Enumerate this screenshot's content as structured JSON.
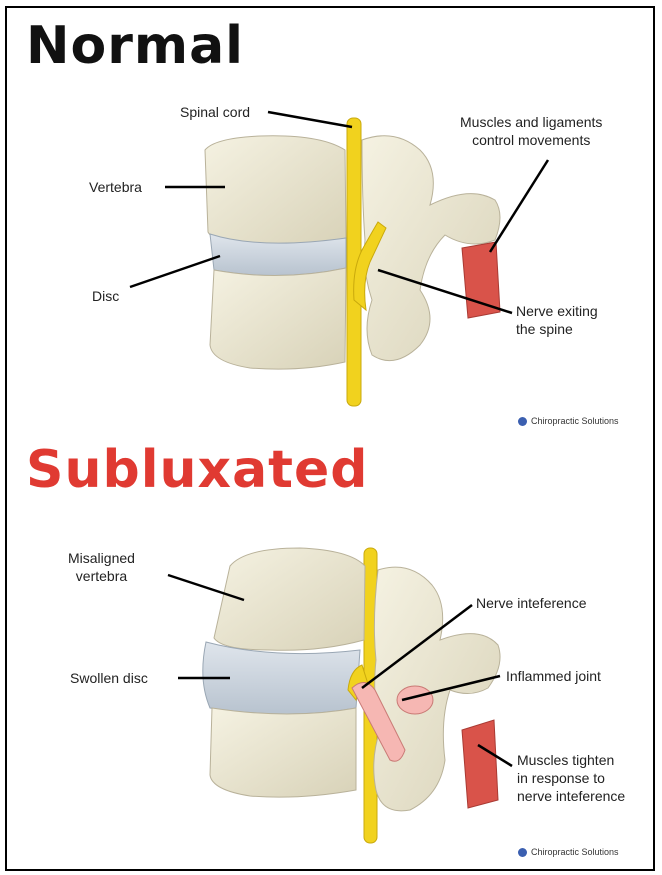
{
  "headings": {
    "normal": "Normal",
    "subluxated": "Subluxated"
  },
  "normal_labels": {
    "spinal_cord": "Spinal cord",
    "vertebra": "Vertebra",
    "disc": "Disc",
    "muscles_line1": "Muscles and ligaments",
    "muscles_line2": "control movements",
    "nerve_line1": "Nerve exiting",
    "nerve_line2": "the spine"
  },
  "subluxated_labels": {
    "misaligned_line1": "Misaligned",
    "misaligned_line2": "vertebra",
    "swollen_disc": "Swollen disc",
    "nerve_interference": "Nerve inteference",
    "inflammed_joint": "Inflammed joint",
    "muscles_line1": "Muscles tighten",
    "muscles_line2": "in response to",
    "muscles_line3": "nerve inteference"
  },
  "credit": "Chiropractic Solutions",
  "colors": {
    "subluxated_heading": "#e03a32",
    "bone": "#ece8d5",
    "disc": "#c9d3dc",
    "nerve": "#f1d21e",
    "muscle": "#d9534a",
    "inflamed": "#f6b7b3"
  }
}
